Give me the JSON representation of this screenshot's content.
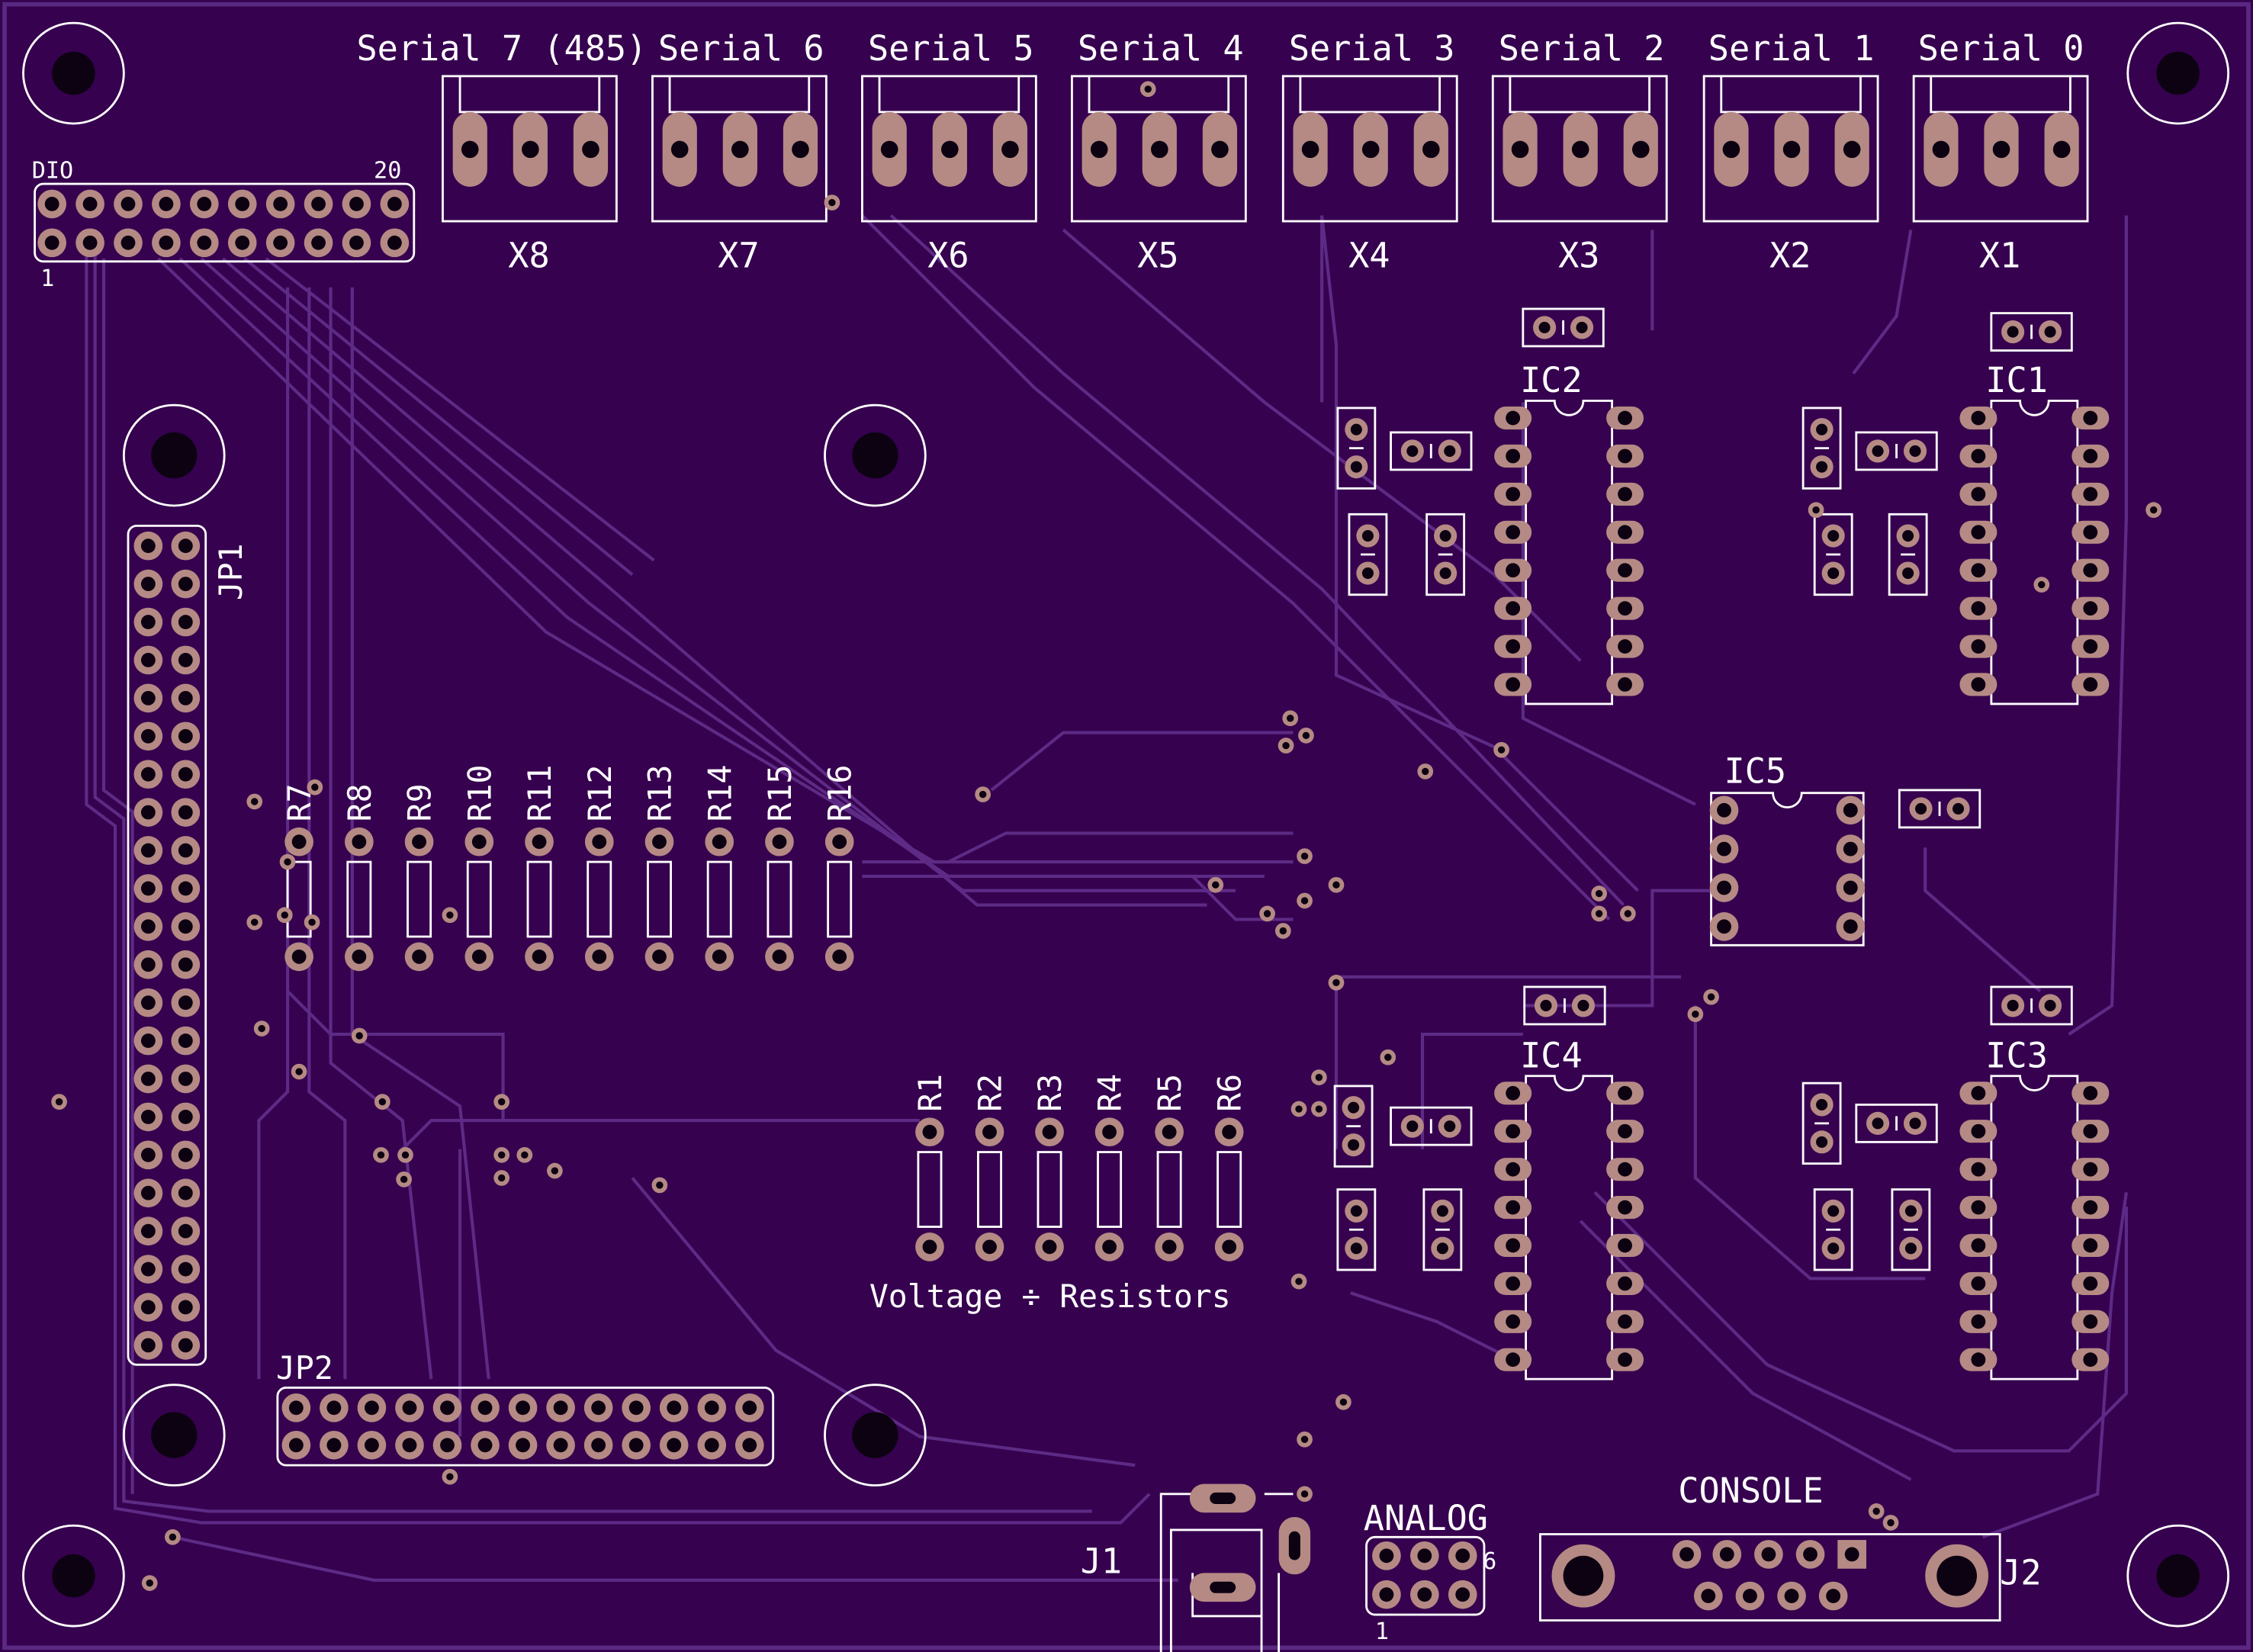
{
  "colors": {
    "board": "#36014f",
    "board_edge": "#5a2a82",
    "trace": "#5d2b85",
    "silkscreen": "#ffffff",
    "pad": "#b58a84",
    "hole": "#0c0212"
  },
  "serial_ports": [
    {
      "label": "Serial 7 (485)",
      "ref": "X8"
    },
    {
      "label": "Serial 6",
      "ref": "X7"
    },
    {
      "label": "Serial 5",
      "ref": "X6"
    },
    {
      "label": "Serial 4",
      "ref": "X5"
    },
    {
      "label": "Serial 3",
      "ref": "X4"
    },
    {
      "label": "Serial 2",
      "ref": "X3"
    },
    {
      "label": "Serial 1",
      "ref": "X2"
    },
    {
      "label": "Serial 0",
      "ref": "X1"
    }
  ],
  "dio_header": {
    "name": "DIO",
    "pin_first": "1",
    "pin_last": "20"
  },
  "headers": {
    "jp1": "JP1",
    "jp2": "JP2"
  },
  "resistors_top": [
    "R7",
    "R8",
    "R9",
    "R10",
    "R11",
    "R12",
    "R13",
    "R14",
    "R15",
    "R16"
  ],
  "resistors_bottom": [
    "R1",
    "R2",
    "R3",
    "R4",
    "R5",
    "R6"
  ],
  "voltage_label": "Voltage ÷ Resistors",
  "ics": {
    "ic1": "IC1",
    "ic2": "IC2",
    "ic3": "IC3",
    "ic4": "IC4",
    "ic5": "IC5"
  },
  "power_jack": "J1",
  "analog": {
    "label": "ANALOG",
    "pin_first": "1",
    "pin_last": "6"
  },
  "console": {
    "label": "CONSOLE",
    "ref": "J2"
  }
}
